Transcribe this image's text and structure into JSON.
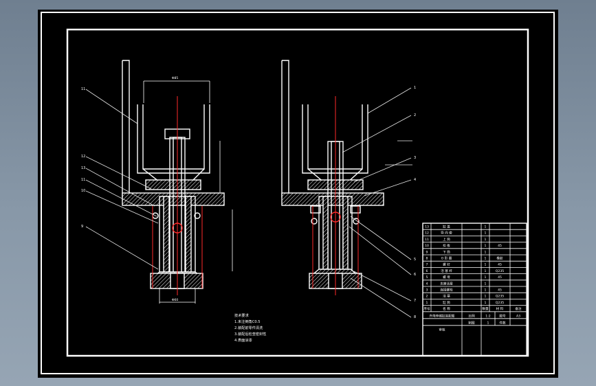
{
  "drawing": {
    "notes": {
      "title": "技术要求",
      "lines": [
        "1.未注倒角C0.5",
        "2.装配前零件清洗",
        "3.装配后检查密封性",
        "4.表面涂漆"
      ]
    },
    "left_balloons": [
      "11",
      "12",
      "13",
      "11",
      "10",
      "9"
    ],
    "right_balloons": [
      "1",
      "2",
      "3",
      "4",
      "5",
      "6",
      "7",
      "8"
    ],
    "dimension_labels": {
      "cup_width": "Φ85",
      "base_width": "Φ60"
    }
  },
  "bom": {
    "rows": [
      {
        "no": "13",
        "name": "缸 盖",
        "qty": "1",
        "mat": "",
        "note": ""
      },
      {
        "no": "12",
        "name": "导 向 套",
        "qty": "1",
        "mat": "",
        "note": ""
      },
      {
        "no": "11",
        "name": "上 筒",
        "qty": "1",
        "mat": "",
        "note": ""
      },
      {
        "no": "10",
        "name": "扣 板",
        "qty": "1",
        "mat": "45",
        "note": ""
      },
      {
        "no": "9",
        "name": "下 筒",
        "qty": "1",
        "mat": "",
        "note": ""
      },
      {
        "no": "8",
        "name": "O 形 圈",
        "qty": "1",
        "mat": "橡胶",
        "note": ""
      },
      {
        "no": "7",
        "name": "螺 钉",
        "qty": "1",
        "mat": "45",
        "note": ""
      },
      {
        "no": "6",
        "name": "活 塞 杆",
        "qty": "1",
        "mat": "Q235",
        "note": ""
      },
      {
        "no": "5",
        "name": "螺 母",
        "qty": "1",
        "mat": "45",
        "note": ""
      },
      {
        "no": "4",
        "name": "支座活塞",
        "qty": "1",
        "mat": "",
        "note": ""
      },
      {
        "no": "3",
        "name": "连接螺栓",
        "qty": "1",
        "mat": "45",
        "note": ""
      },
      {
        "no": "2",
        "name": "活 塞",
        "qty": "1",
        "mat": "Q235",
        "note": ""
      },
      {
        "no": "1",
        "name": "缸 筒",
        "qty": "1",
        "mat": "Q235",
        "note": ""
      }
    ],
    "header": {
      "no": "序号",
      "name": "名 称",
      "qty": "数量",
      "mat": "材 料",
      "note": "备注"
    },
    "title_block": {
      "drawing_name": "升降伸缩缸装配图",
      "scale_label": "比例",
      "scale": "1:2",
      "sheet_label": "图号",
      "sheet": "A3",
      "drawn_label": "制图",
      "check_label": "审核",
      "qty_label": "件数",
      "qty": "1"
    }
  },
  "colors": {
    "background": "#000000",
    "line": "#ffffff",
    "centerline": "#ff2a2a",
    "leader": "#e8e8e8",
    "outer_window": "#8a9aaa"
  }
}
